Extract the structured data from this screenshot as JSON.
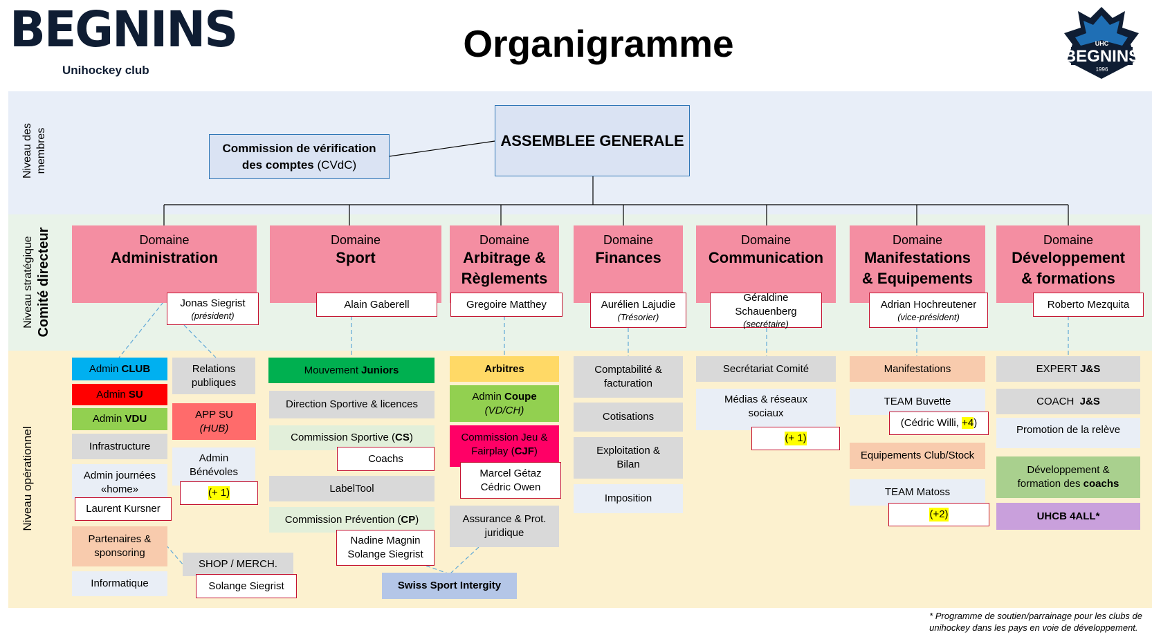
{
  "header": {
    "logo_text": "BEGNINS",
    "logo_subtitle": "Unihockey club",
    "title": "Organigramme",
    "badge_top": "UHC",
    "badge_text": "BEGNINS",
    "badge_year": "1996"
  },
  "levels": {
    "members": [
      "Niveau des",
      "membres"
    ],
    "strategic_top": "Niveau stratégique",
    "strategic_bottom": "Comité directeur",
    "operational": "Niveau opérationnel"
  },
  "assembly": "ASSEMBLEE GENERALE",
  "cvdc": {
    "line1": "Commission de vérification",
    "line2": "des comptes",
    "abbr": "(CVdC)"
  },
  "domain_keyword": "Domaine",
  "domains": [
    {
      "name": "Administration",
      "person": "Jonas Siegrist",
      "role": "(président)"
    },
    {
      "name": "Sport",
      "person": "Alain Gaberell"
    },
    {
      "name_1": "Arbitrage &",
      "name_2": "Règlements",
      "person": "Gregoire Matthey"
    },
    {
      "name": "Finances",
      "person": "Aurélien Lajudie",
      "role": "(Trésorier)"
    },
    {
      "name": "Communication",
      "person": "Géraldine Schauenberg",
      "role": "(secrétaire)"
    },
    {
      "name_1": "Manifestations",
      "name_2": "& Equipements",
      "person": "Adrian Hochreutener",
      "role": "(vice-président)"
    },
    {
      "name_1": "Développement",
      "name_2": "& formations",
      "person": "Roberto Mezquita"
    }
  ],
  "admin": {
    "club": {
      "pre": "Admin ",
      "bold": "CLUB"
    },
    "su": {
      "pre": "Admin ",
      "bold": "SU"
    },
    "vdu": {
      "pre": "Admin ",
      "bold": "VDU"
    },
    "infra": "Infrastructure",
    "home_1": "Admin journées",
    "home_2": "«home»",
    "home_person": "Laurent Kursner",
    "partners_1": "Partenaires &",
    "partners_2": "sponsoring",
    "it": "Informatique",
    "pr_1": "Relations",
    "pr_2": "publiques",
    "app_1": "APP SU",
    "app_2": "(HUB)",
    "vol_1": "Admin",
    "vol_2": "Bénévoles",
    "vol_extra": "(+ 1)",
    "shop": "SHOP / MERCH.",
    "shop_person": "Solange Siegrist"
  },
  "sport": {
    "juniors": {
      "pre": "Mouvement ",
      "bold": "Juniors"
    },
    "direction": "Direction Sportive & licences",
    "cs": {
      "pre": "Commission Sportive (",
      "bold": "CS",
      "post": ")"
    },
    "coachs": "Coachs",
    "labeltool": "LabelTool",
    "cp": {
      "pre": "Commission Prévention (",
      "bold": "CP",
      "post": ")"
    },
    "cp_p1": "Nadine Magnin",
    "cp_p2": "Solange Siegrist",
    "integrity": "Swiss Sport Intergity"
  },
  "arbitrage": {
    "arbitres": "Arbitres",
    "coupe": {
      "pre": "Admin ",
      "bold": "Coupe",
      "sub": "(VD/CH)"
    },
    "cjf_1": "Commission Jeu &",
    "cjf_2": {
      "pre": "Fairplay (",
      "bold": "CJF",
      "post": ")"
    },
    "cjf_p1": "Marcel Gétaz",
    "cjf_p2": "Cédric Owen",
    "assurance_1": "Assurance & Prot.",
    "assurance_2": "juridique"
  },
  "finances": {
    "compta_1": "Comptabilité &",
    "compta_2": "facturation",
    "cotisations": "Cotisations",
    "exploit_1": "Exploitation &",
    "exploit_2": "Bilan",
    "imposition": "Imposition"
  },
  "communication": {
    "secretariat": "Secrétariat Comité",
    "media_1": "Médias & réseaux",
    "media_2": "sociaux",
    "extra": "(+ 1)"
  },
  "manifestations": {
    "manif": "Manifestations",
    "buvette": "TEAM Buvette",
    "buvette_person": "(Cédric Willi, ",
    "buvette_extra": "+4",
    "buvette_close": ")",
    "equip": "Equipements Club/Stock",
    "matoss": "TEAM Matoss",
    "matoss_extra": "(+2)"
  },
  "development": {
    "expert": {
      "pre": "EXPERT ",
      "bold": "J&S"
    },
    "coach": {
      "pre": "COACH  ",
      "bold": "J&S"
    },
    "promo": "Promotion de la relève",
    "dev_1": "Développement &",
    "dev_2": {
      "pre": "formation des ",
      "bold": "coachs"
    },
    "uhcb": "UHCB 4ALL*"
  },
  "footnote": [
    "* Programme de soutien/parrainage pour les clubs de",
    "unihockey dans les pays en voie de développement."
  ],
  "colors": {
    "navy": "#0f1d33",
    "domain_pink": "#f48ea2",
    "person_border": "#c41230",
    "band_members": "#e8eef8",
    "band_strategic": "#e9f3e9",
    "band_operational": "#fcf1cf",
    "admin_club_blue": "#00b0f0",
    "admin_su_red": "#ff0000",
    "admin_vdu_green": "#92d050",
    "juniors_green": "#00b050",
    "arbitres_yellow": "#ffd966",
    "coupe_green": "#92d050",
    "cjf_pink": "#ff0066",
    "peach": "#f8cbad",
    "purple": "#c9a0dc",
    "integrity_blue": "#b4c6e7",
    "highlight": "#ffff00"
  }
}
